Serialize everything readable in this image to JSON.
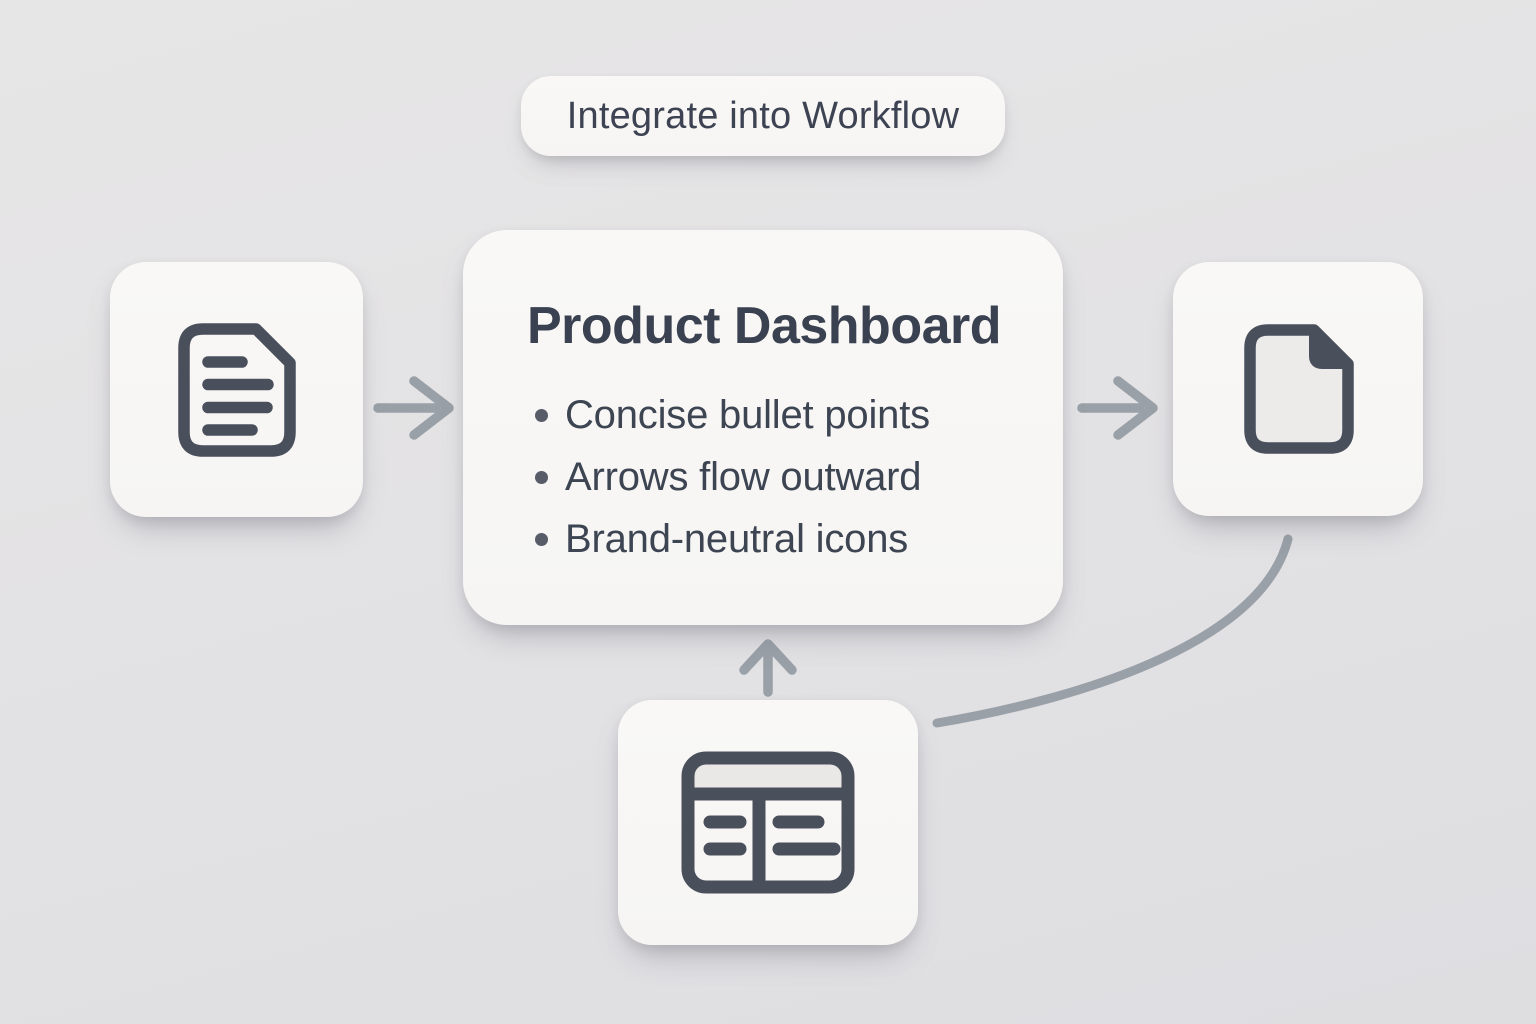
{
  "diagram": {
    "pill_label": "Integrate into Workflow",
    "dashboard_card": {
      "title": "Product Dashboard",
      "bullets": [
        "Concise bullet points",
        "Arrows flow outward",
        "Brand-neutral icons"
      ]
    },
    "nodes": {
      "left": {
        "icon": "document-text-icon"
      },
      "right": {
        "icon": "file-blank-icon"
      },
      "bottom": {
        "icon": "window-table-icon"
      }
    },
    "connectors": [
      {
        "name": "arrow-document-to-dashboard",
        "type": "arrow-right"
      },
      {
        "name": "arrow-dashboard-to-file",
        "type": "arrow-right"
      },
      {
        "name": "arrow-window-to-dashboard",
        "type": "arrow-up"
      },
      {
        "name": "curve-window-to-file",
        "type": "curve"
      }
    ],
    "colors": {
      "background": "#e3e2e4",
      "card": "#f8f7f5",
      "text": "#3d4352",
      "icon_stroke": "#4a4f5c",
      "connector_gray": "#9aa0a8",
      "icon_fill_light": "#eae9e7"
    }
  }
}
